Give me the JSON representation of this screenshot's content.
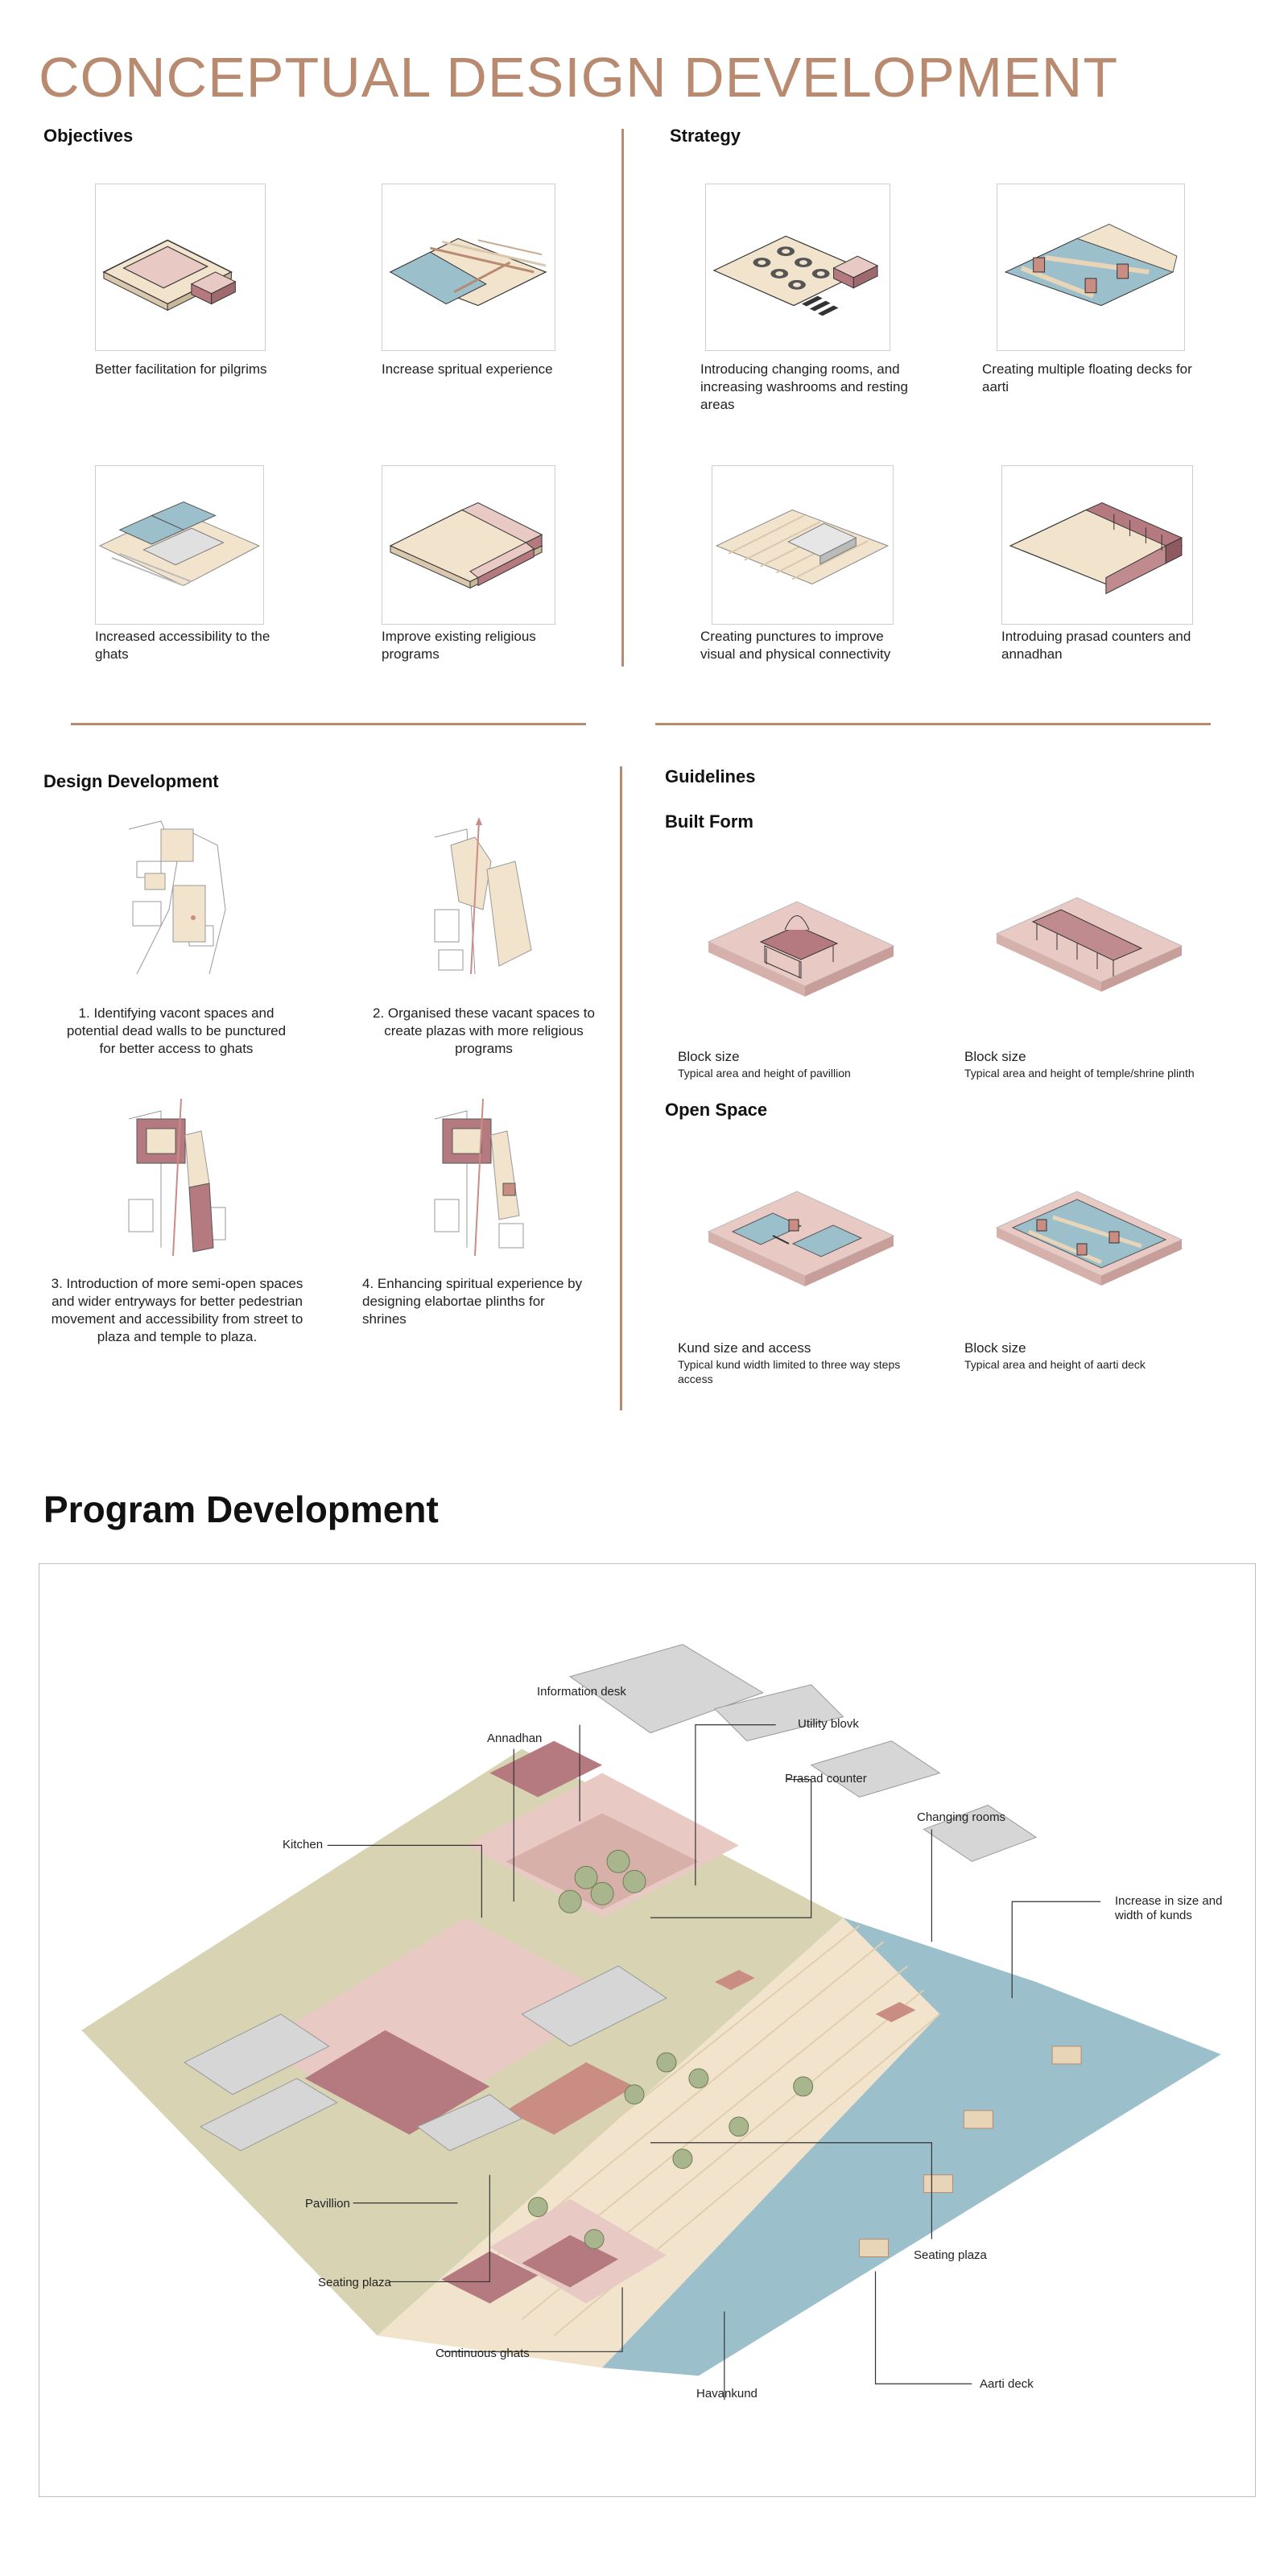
{
  "page_title": "CONCEPTUAL DESIGN DEVELOPMENT",
  "objectives": {
    "heading": "Objectives",
    "items": [
      {
        "caption": "Better facilitation for pilgrims"
      },
      {
        "caption": "Increase spritual experience"
      },
      {
        "caption": "Increased accessibility to the ghats"
      },
      {
        "caption": "Improve existing religious programs"
      }
    ]
  },
  "strategy": {
    "heading": "Strategy",
    "items": [
      {
        "caption": "Introducing changing rooms, and increasing washrooms and resting areas"
      },
      {
        "caption": "Creating multiple floating decks for aarti"
      },
      {
        "caption": "Creating punctures to improve visual and physical connectivity"
      },
      {
        "caption": "Introduing prasad counters and annadhan"
      }
    ]
  },
  "design_development": {
    "heading": "Design Development",
    "items": [
      {
        "caption": "1. Identifying vacont spaces and potential dead walls to be punctured for better access to ghats"
      },
      {
        "caption": "2. Organised these vacant spaces to create plazas with more religious programs"
      },
      {
        "caption": "3. Introduction of more semi-open spaces and wider entryways for better pedestrian movement and accessibility from street to plaza and temple to plaza."
      },
      {
        "caption": "4. Enhancing spiritual experience by designing elabortae plinths for shrines"
      }
    ]
  },
  "guidelines": {
    "heading": "Guidelines",
    "built_form": {
      "heading": "Built Form",
      "items": [
        {
          "title": "Block size",
          "subtitle": "Typical area and height of pavillion"
        },
        {
          "title": "Block size",
          "subtitle": "Typical area and height of temple/shrine plinth"
        }
      ]
    },
    "open_space": {
      "heading": "Open Space",
      "items": [
        {
          "title": "Kund size and access",
          "subtitle": "Typical kund width limited to three way steps access"
        },
        {
          "title": "Block size",
          "subtitle": "Typical area and height of aarti deck"
        }
      ]
    }
  },
  "program_development": {
    "heading": "Program Development",
    "labels": {
      "information_desk": "Information desk",
      "annadhan": "Annadhan",
      "utility_block": "Utility blovk",
      "prasad_counter": "Prasad counter",
      "changing_rooms": "Changing rooms",
      "kitchen": "Kitchen",
      "increase_kunds": "Increase in size and width of kunds",
      "pavillion": "Pavillion",
      "seating_plaza_left": "Seating plaza",
      "seating_plaza_right": "Seating plaza",
      "continuous_ghats": "Continuous ghats",
      "aarti_deck": "Aarti deck",
      "havankund": "Havankund"
    }
  },
  "colors": {
    "accent": "#b88a70",
    "pink": "#e8c9c4",
    "maroon": "#b57a7f",
    "beige": "#f1e3cc",
    "water": "#9cbfcc",
    "olive": "#d8d4b3",
    "grey": "#d6d6d6"
  }
}
